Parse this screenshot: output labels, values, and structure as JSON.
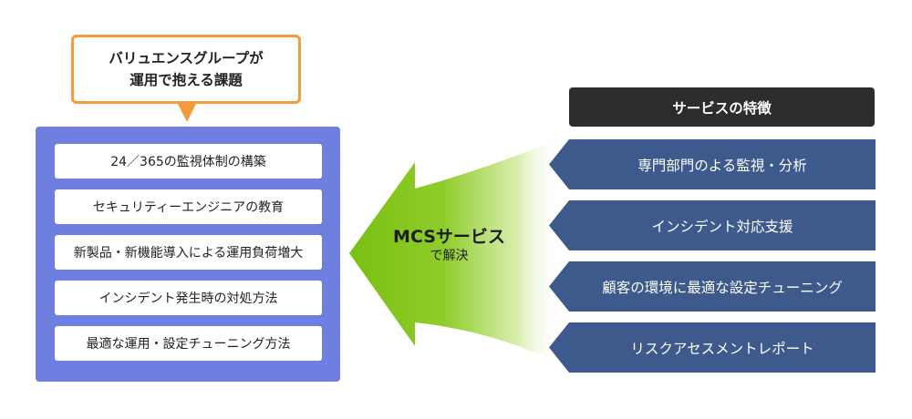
{
  "callout": {
    "line1": "バリュエンスグループが",
    "line2": "運用で抱える課題"
  },
  "issues": [
    "24／365の監視体制の構築",
    "セキュリティーエンジニアの教育",
    "新製品・新機能導入による運用負荷増大",
    "インシデント発生時の対処方法",
    "最適な運用・設定チューニング方法"
  ],
  "arrow": {
    "main": "MCSサービス",
    "sub": "で解決"
  },
  "features": {
    "title": "サービスの特徴",
    "items": [
      "専門部門のよる監視・分析",
      "インシデント対応支援",
      "顧客の環境に最適な設定チューニング",
      "リスクアセスメントレポート"
    ]
  },
  "colors": {
    "callout_border": "#f39a3c",
    "issue_panel": "#6f7fe0",
    "arrow_green": "#7dc516",
    "feature_bar": "#3e5a8c",
    "title_bar": "#2d2d2d"
  }
}
